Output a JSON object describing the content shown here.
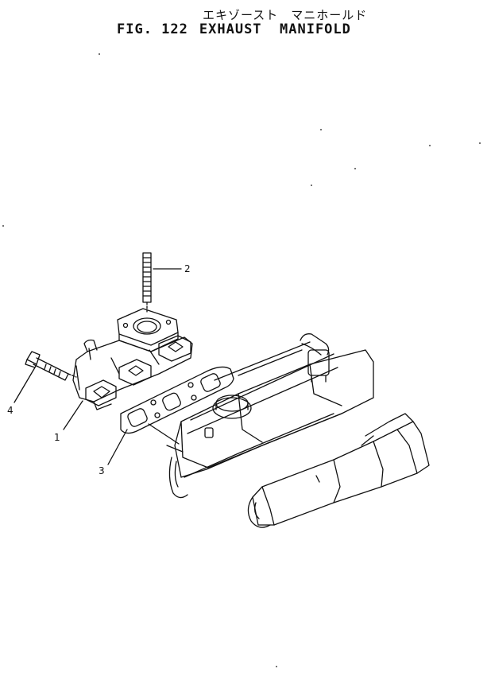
{
  "header": {
    "title_jp": "エキゾースト　マニホールド",
    "fig_label": "FIG. 122",
    "title_en": "EXHAUST  MANIFOLD"
  },
  "callouts": [
    {
      "id": "1",
      "label": "1"
    },
    {
      "id": "2",
      "label": "2"
    },
    {
      "id": "3",
      "label": "3"
    },
    {
      "id": "4",
      "label": "4"
    }
  ],
  "colors": {
    "ink": "#111111",
    "paper": "#ffffff"
  }
}
